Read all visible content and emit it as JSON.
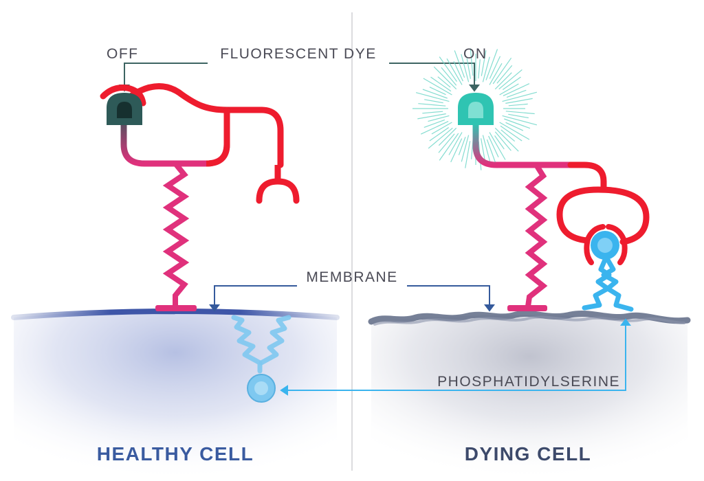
{
  "labels": {
    "off": "OFF",
    "fluorescent_dye": "FLUORESCENT DYE",
    "on": "ON",
    "membrane": "MEMBRANE",
    "phosphatidylserine": "PHOSPHATIDYLSERINE"
  },
  "cells": {
    "healthy": {
      "title": "HEALTHY CELL",
      "color": "#3a5ba0"
    },
    "dying": {
      "title": "DYING CELL",
      "color": "#3d4a6b"
    }
  },
  "colors": {
    "probe_red": "#ee1c2e",
    "probe_magenta": "#e0317c",
    "dye_off": "#2e5a58",
    "dye_on": "#2fc4b2",
    "phosphatidylserine": "#3ab4ee",
    "callout_dark": "#2e5a58",
    "callout_blue": "#355a9c"
  }
}
